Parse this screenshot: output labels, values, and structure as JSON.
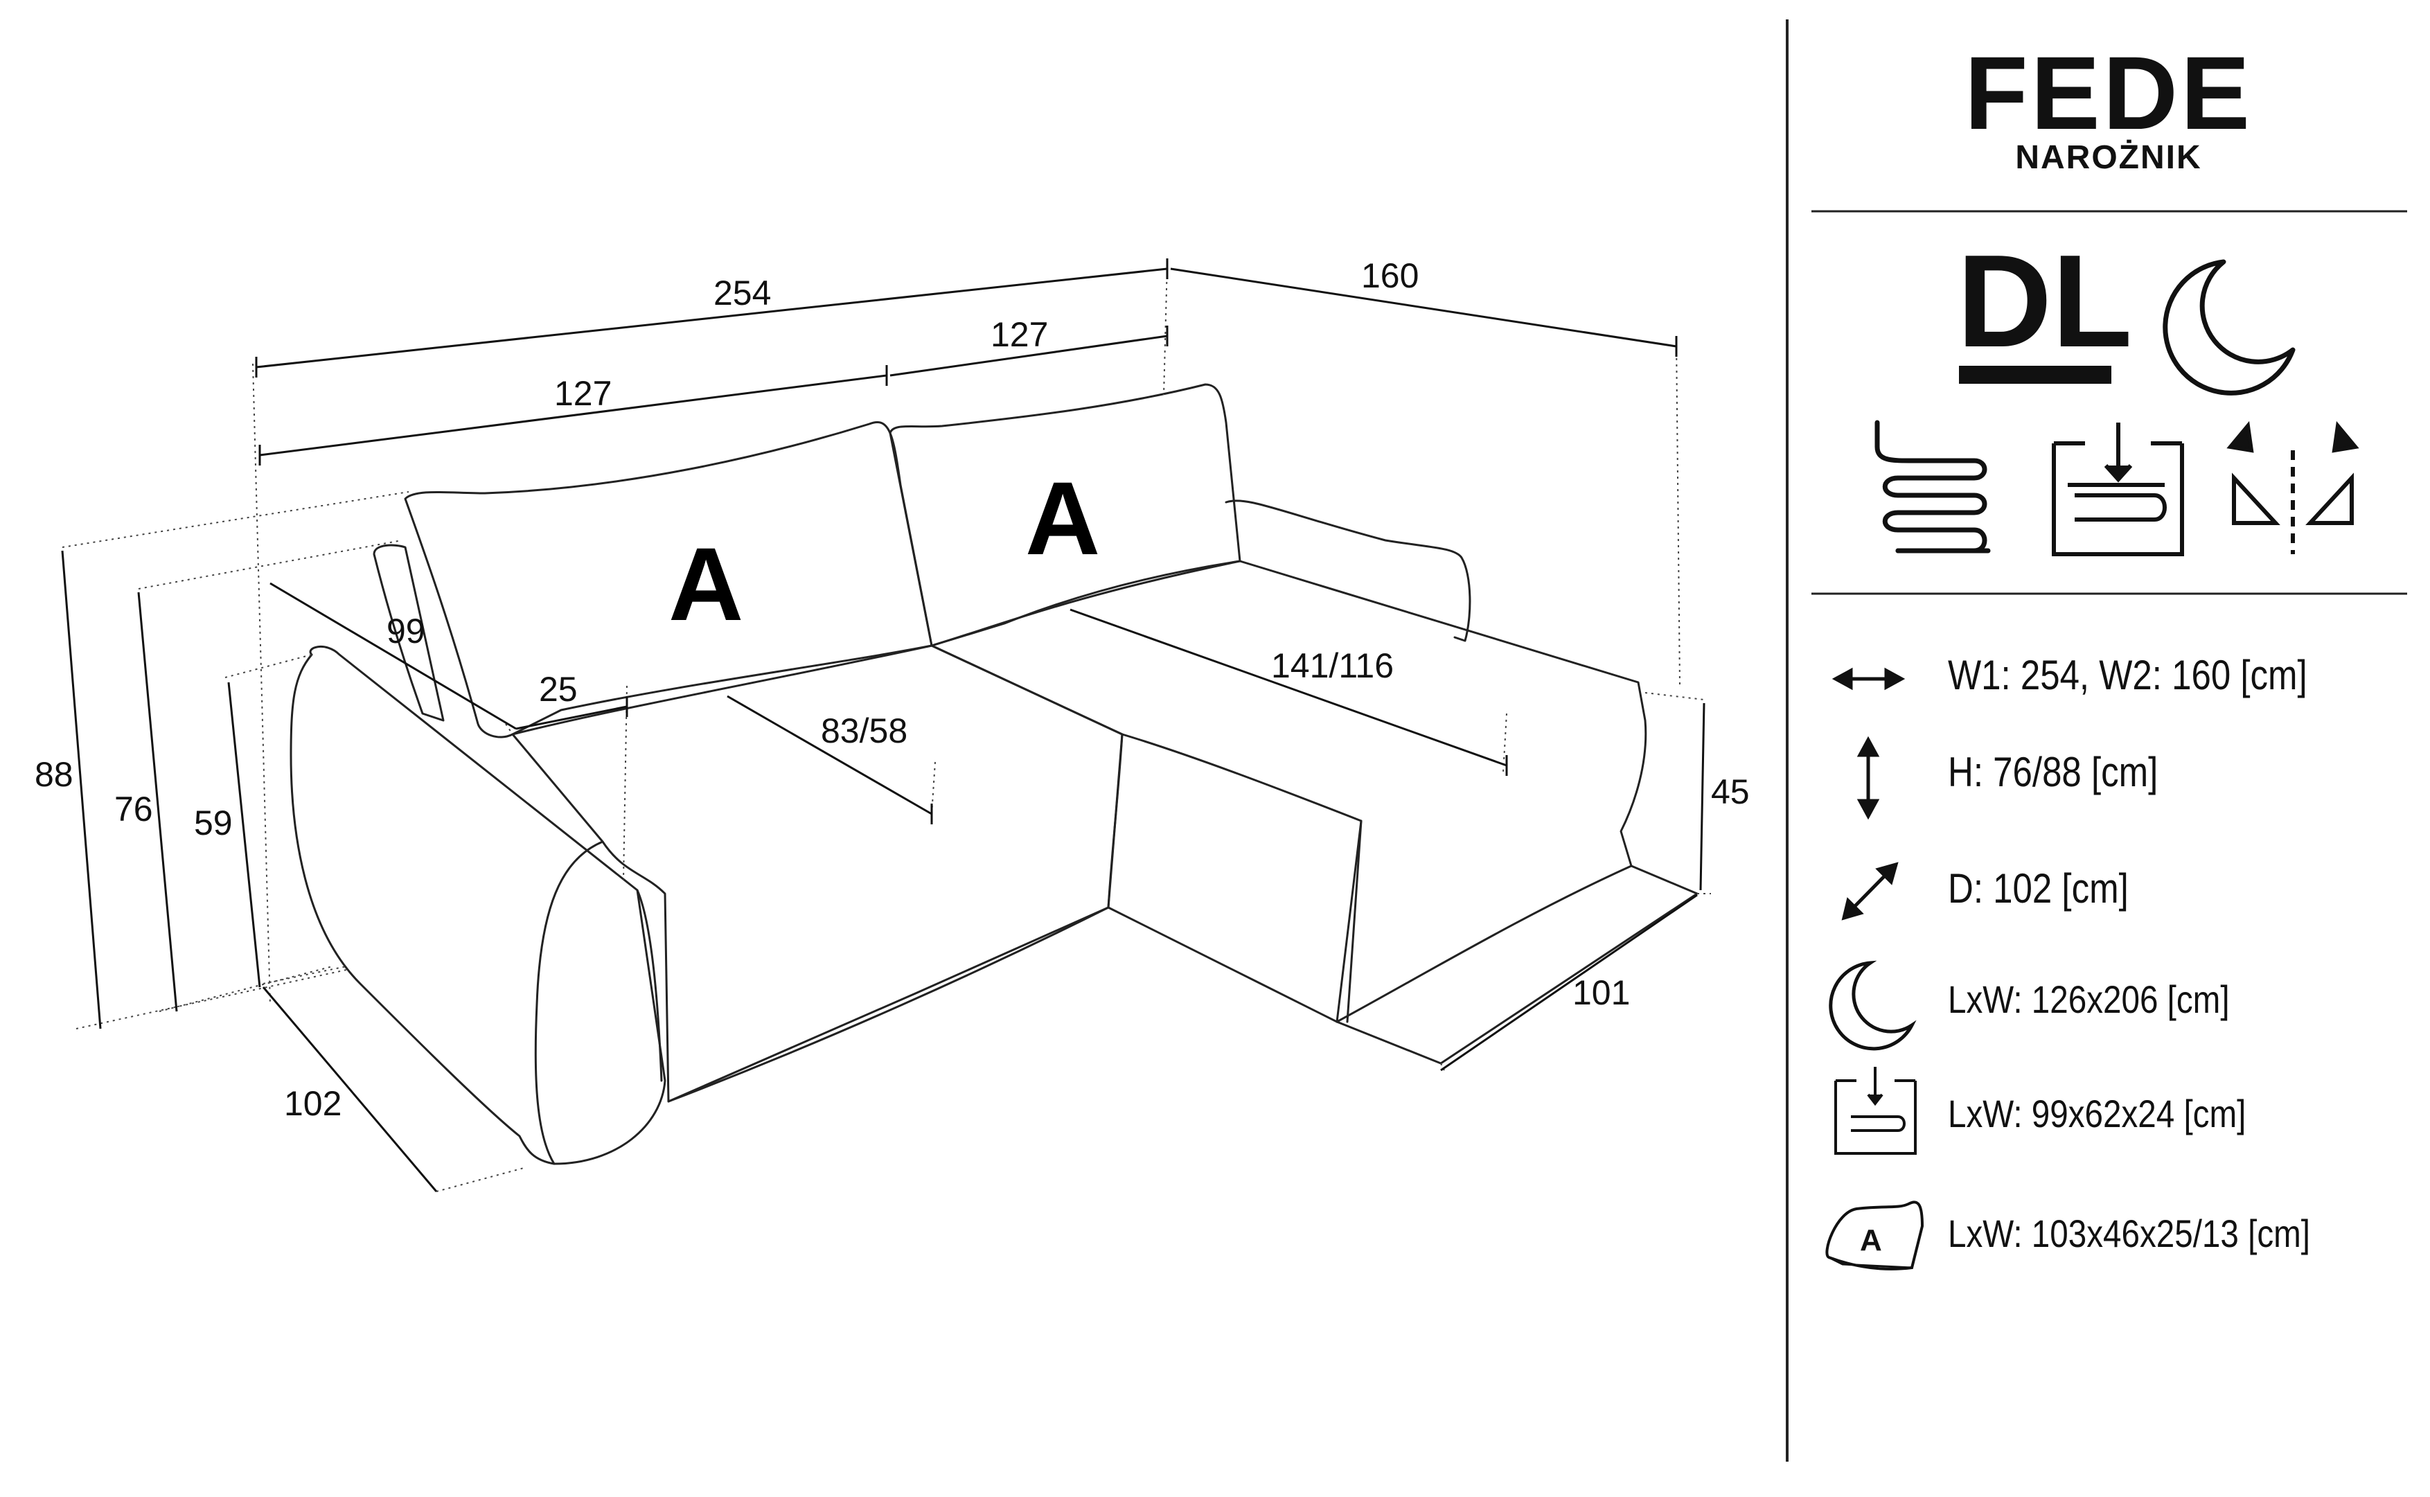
{
  "product": {
    "name": "FEDE",
    "type": "NAROŻNIK",
    "orientation_badge": "DL",
    "icons": [
      "sleep-function-icon",
      "spring-seat-icon",
      "storage-box-icon",
      "left-right-mount-icon"
    ]
  },
  "drawing": {
    "dimensions": {
      "total_width": "254",
      "chaise_width": "160",
      "cushion_span_left": "127",
      "cushion_span_right": "127",
      "armrest_depth": "99",
      "armrest_width": "25",
      "seat_depth": "83/58",
      "chaise_seat_length": "141/116",
      "height_back": "88",
      "height_armrest": "76",
      "height_arm_front": "59",
      "seat_height": "45",
      "depth": "102",
      "chaise_depth": "101"
    },
    "cushion_labels": [
      "A",
      "A"
    ]
  },
  "specs": [
    {
      "icon": "width-arrow-icon",
      "text": "W1: 254, W2: 160 [cm]"
    },
    {
      "icon": "height-arrow-icon",
      "text": "H: 76/88 [cm]"
    },
    {
      "icon": "depth-arrow-icon",
      "text": "D: 102 [cm]"
    },
    {
      "icon": "moon-icon",
      "text": "LxW: 126x206 [cm]"
    },
    {
      "icon": "storage-icon",
      "text": "LxW: 99x62x24 [cm]"
    },
    {
      "icon": "cushion-a-icon",
      "label": "A",
      "text": "LxW: 103x46x25/13 [cm]"
    }
  ]
}
